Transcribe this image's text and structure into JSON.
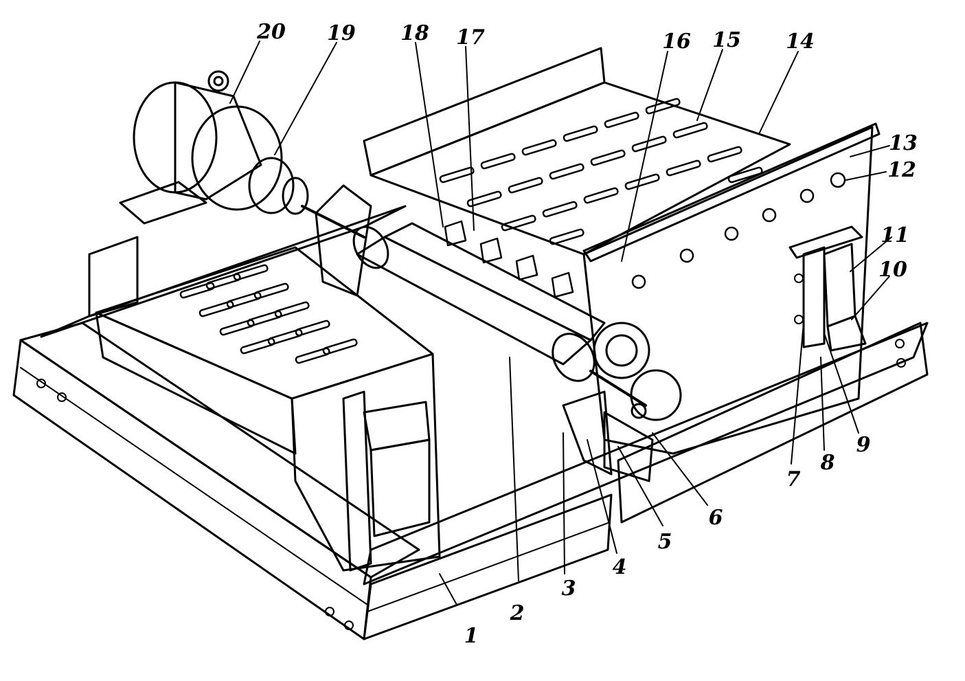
{
  "diagram": {
    "ink_color": "#000000",
    "paper_color": "#ffffff",
    "callouts": [
      {
        "id": "1",
        "text": "1"
      },
      {
        "id": "2",
        "text": "2"
      },
      {
        "id": "3",
        "text": "3"
      },
      {
        "id": "4",
        "text": "4"
      },
      {
        "id": "5",
        "text": "5"
      },
      {
        "id": "6",
        "text": "6"
      },
      {
        "id": "7",
        "text": "7"
      },
      {
        "id": "8",
        "text": "8"
      },
      {
        "id": "9",
        "text": "9"
      },
      {
        "id": "10",
        "text": "10"
      },
      {
        "id": "11",
        "text": "11"
      },
      {
        "id": "12",
        "text": "12"
      },
      {
        "id": "13",
        "text": "13"
      },
      {
        "id": "14",
        "text": "14"
      },
      {
        "id": "15",
        "text": "15"
      },
      {
        "id": "16",
        "text": "16"
      },
      {
        "id": "17",
        "text": "17"
      },
      {
        "id": "18",
        "text": "18"
      },
      {
        "id": "19",
        "text": "19"
      },
      {
        "id": "20",
        "text": "20"
      }
    ]
  }
}
